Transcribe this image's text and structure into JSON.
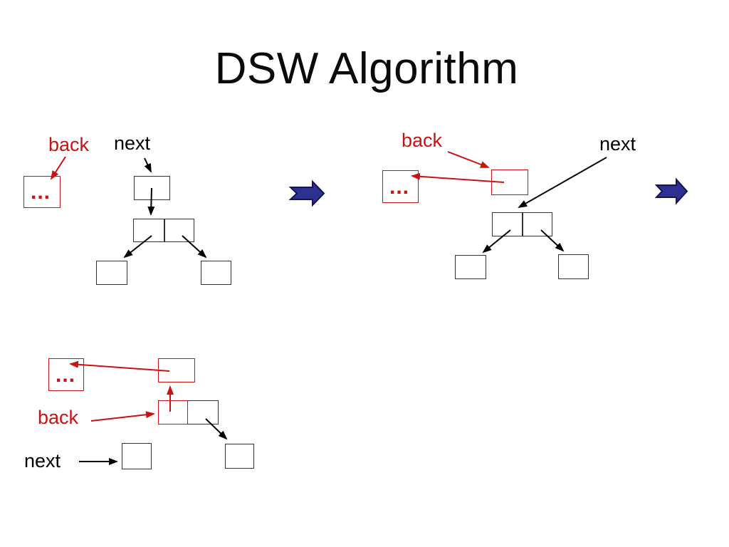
{
  "slide": {
    "title": "DSW Algorithm"
  },
  "colors": {
    "red_accent": "#cc1111",
    "text_black": "#000000",
    "box_stroke": "#333333",
    "transition_arrow_fill": "#2e3192",
    "transition_arrow_stroke": "#141452",
    "background": "#ffffff"
  },
  "icons": {
    "transition_arrow": "notched-right-arrow"
  },
  "diagrams": [
    {
      "id": "step-1",
      "back_label": "back",
      "next_label": "next",
      "ellipsis": "..."
    },
    {
      "id": "step-2",
      "back_label": "back",
      "next_label": "next",
      "ellipsis": "..."
    },
    {
      "id": "step-3",
      "back_label": "back",
      "next_label": "next",
      "ellipsis": "..."
    }
  ]
}
